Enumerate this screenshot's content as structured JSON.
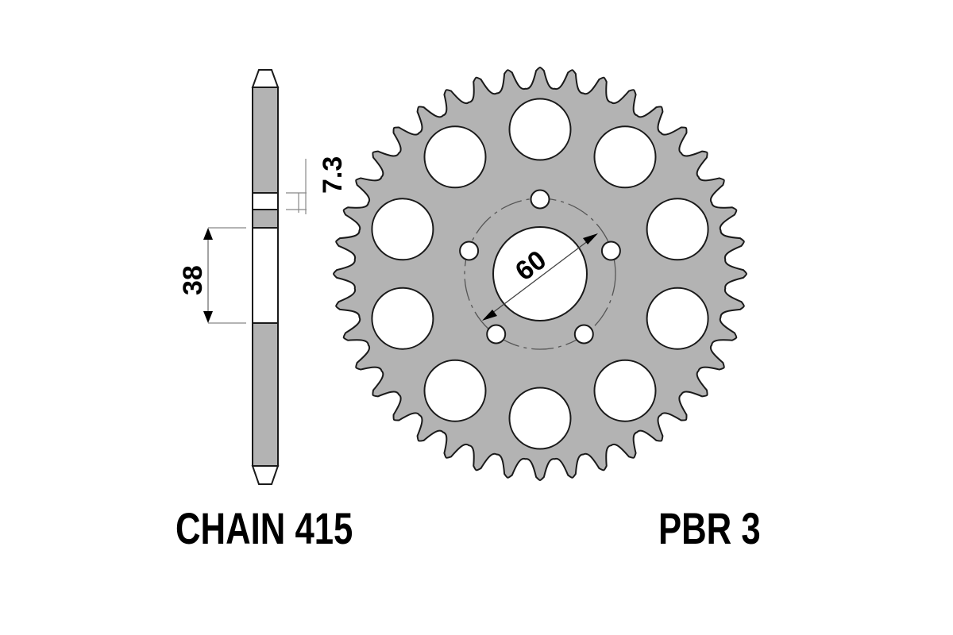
{
  "labels": {
    "chain": "CHAIN 415",
    "part_number": "PBR 3"
  },
  "dimensions": {
    "tooth_thickness": "7.3",
    "hub_width": "38",
    "center_bore": "60"
  },
  "sprocket": {
    "teeth": 40,
    "lightening_holes": 10,
    "bolt_holes": 5,
    "fill_color": "#b3b3b3",
    "outline_color": "#1a1a1a",
    "background_color": "#ffffff"
  }
}
